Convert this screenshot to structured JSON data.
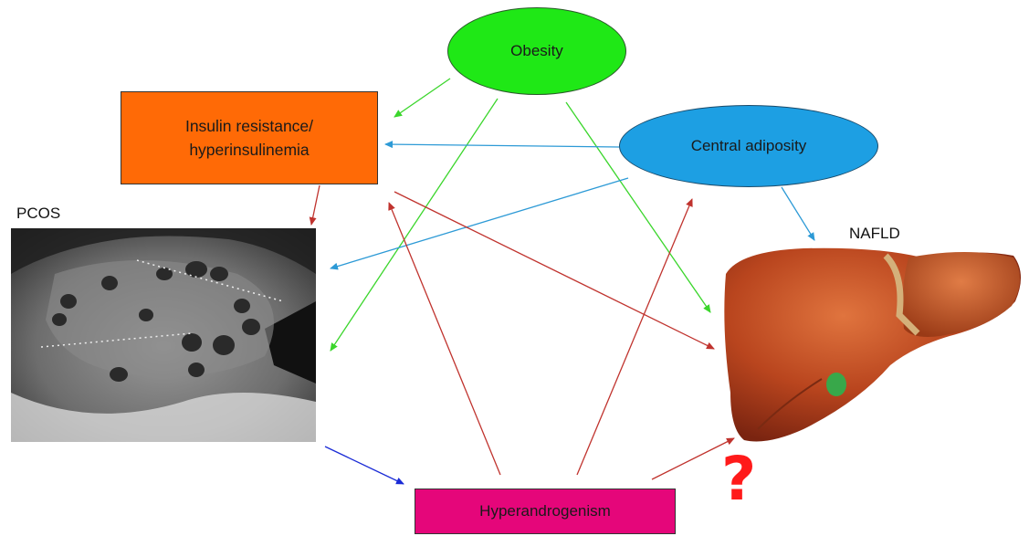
{
  "nodes": {
    "obesity": "Obesity",
    "central_adiposity": "Central adiposity",
    "insulin_line1": "Insulin resistance/",
    "insulin_line2": "hyperinsulinemia",
    "hyperandrogenism": "Hyperandrogenism"
  },
  "labels": {
    "pcos": "PCOS",
    "nafld": "NAFLD",
    "question": "?"
  },
  "images": {
    "pcos": "ultrasound-ovary-image",
    "nafld": "liver-illustration"
  },
  "colors": {
    "obesity": "#1fe816",
    "central_adiposity": "#1d9fe3",
    "insulin": "#ff6a06",
    "hyperandrogenism": "#e5067a",
    "arrow_green": "#3bd62c",
    "arrow_blue": "#2d9ad6",
    "arrow_red": "#c0332e",
    "arrow_darkblue": "#1a2bd6",
    "question": "#ff1a1a"
  }
}
